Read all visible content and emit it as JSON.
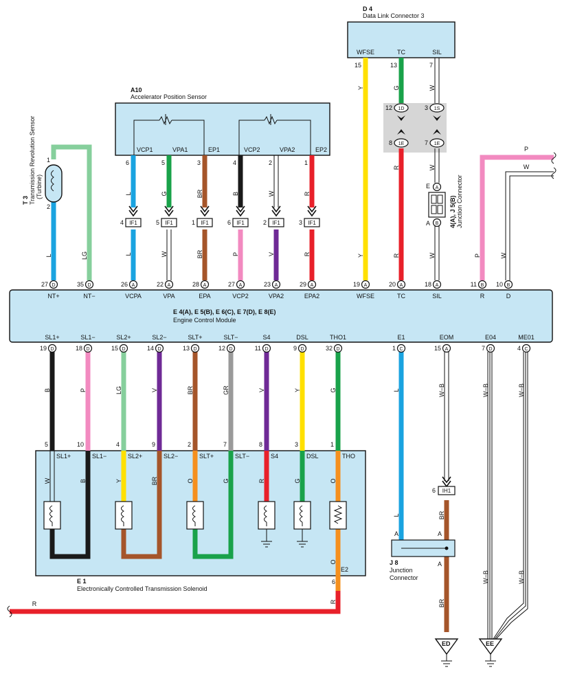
{
  "components": {
    "dlc3": {
      "code": "D 4",
      "name": "Data Link Connector 3",
      "terminals": [
        {
          "label": "WFSE",
          "pin": "15"
        },
        {
          "label": "TC",
          "pin": "13"
        },
        {
          "label": "SIL",
          "pin": "7"
        }
      ]
    },
    "aps": {
      "code": "A10",
      "name": "Accelerator Position Sensor",
      "terminals": [
        {
          "label": "VCP1",
          "pin": "6"
        },
        {
          "label": "VPA1",
          "pin": "5"
        },
        {
          "label": "EP1",
          "pin": "3"
        },
        {
          "label": "VCP2",
          "pin": "4"
        },
        {
          "label": "VPA2",
          "pin": "2"
        },
        {
          "label": "EP2",
          "pin": "1"
        }
      ]
    },
    "trs": {
      "code": "T 3",
      "name": "Transmission Revolution Sensor",
      "sub": "(Turbine)",
      "pin_top": "1",
      "pin_bottom": "2"
    },
    "jc": {
      "code": "4(A), J 5(B)",
      "name": "Junction Connector",
      "pin_top": "A",
      "pin_bottom": "B",
      "label_e": "E"
    },
    "ecm": {
      "code": "E 4(A), E 5(B), E 6(C), E 7(D), E 8(E)",
      "name": "Engine Control Module"
    },
    "ects": {
      "code": "E 1",
      "name": "Electronically Controlled Transmission Solenoid",
      "e2": "E2"
    },
    "j8": {
      "code": "J 8",
      "name1": "Junction",
      "name2": "Connector",
      "pin": "A"
    }
  },
  "ecm_top_pins": [
    {
      "label": "NT+",
      "pin": "27",
      "conn": "D"
    },
    {
      "label": "NT−",
      "pin": "35",
      "conn": "D"
    },
    {
      "label": "VCPA",
      "pin": "26",
      "conn": "A"
    },
    {
      "label": "VPA",
      "pin": "22",
      "conn": "A"
    },
    {
      "label": "EPA",
      "pin": "28",
      "conn": "A"
    },
    {
      "label": "VCP2",
      "pin": "27",
      "conn": "A"
    },
    {
      "label": "VPA2",
      "pin": "23",
      "conn": "A"
    },
    {
      "label": "EPA2",
      "pin": "29",
      "conn": "A"
    },
    {
      "label": "WFSE",
      "pin": "19",
      "conn": "A"
    },
    {
      "label": "TC",
      "pin": "20",
      "conn": "A"
    },
    {
      "label": "SIL",
      "pin": "18",
      "conn": "A"
    },
    {
      "label": "R",
      "pin": "11",
      "conn": "B"
    },
    {
      "label": "D",
      "pin": "10",
      "conn": "B"
    }
  ],
  "ecm_bottom_pins": [
    {
      "label": "SL1+",
      "pin": "19",
      "conn": "D"
    },
    {
      "label": "SL1−",
      "pin": "18",
      "conn": "D"
    },
    {
      "label": "SL2+",
      "pin": "15",
      "conn": "D"
    },
    {
      "label": "SL2−",
      "pin": "14",
      "conn": "D"
    },
    {
      "label": "SLT+",
      "pin": "13",
      "conn": "D"
    },
    {
      "label": "SLT−",
      "pin": "12",
      "conn": "D"
    },
    {
      "label": "S4",
      "pin": "11",
      "conn": "D"
    },
    {
      "label": "DSL",
      "pin": "9",
      "conn": "D"
    },
    {
      "label": "THO1",
      "pin": "32",
      "conn": "D"
    },
    {
      "label": "E1",
      "pin": "1",
      "conn": "C"
    },
    {
      "label": "EOM",
      "pin": "15",
      "conn": "A"
    },
    {
      "label": "E04",
      "pin": "7",
      "conn": "D"
    },
    {
      "label": "ME01",
      "pin": "4",
      "conn": "C"
    }
  ],
  "solenoid_terms": [
    {
      "label": "SL1+",
      "pin": "5"
    },
    {
      "label": "SL1−",
      "pin": "10"
    },
    {
      "label": "SL2+",
      "pin": "4"
    },
    {
      "label": "SL2−",
      "pin": "9"
    },
    {
      "label": "SLT+",
      "pin": "2"
    },
    {
      "label": "SLT−",
      "pin": "7"
    },
    {
      "label": "S4",
      "pin": "8"
    },
    {
      "label": "DSL",
      "pin": "3"
    },
    {
      "label": "THO",
      "pin": "1"
    }
  ],
  "if1_pins": [
    "4",
    "5",
    "1",
    "6",
    "2",
    "3"
  ],
  "if1_label": "IF1",
  "ih1": {
    "label": "IH1",
    "pin": "6"
  },
  "dlc_conn": {
    "top": [
      {
        "pin": "12",
        "id": "1D"
      },
      {
        "pin": "3",
        "id": "1S"
      }
    ],
    "bottom": [
      {
        "pin": "8",
        "id": "1E"
      },
      {
        "pin": "7",
        "id": "1E"
      }
    ]
  },
  "colors_upper": [
    "L",
    "G",
    "BR",
    "B",
    "W",
    "R"
  ],
  "colors_lower": [
    "L",
    "W",
    "BR",
    "P",
    "V",
    "R"
  ],
  "wire_color_labels": {
    "trs_l": "L",
    "trs_lg": "LG",
    "wfse_top": "Y",
    "wfse_bot": "Y",
    "tc_top": "G",
    "tc_mid": "R",
    "tc_bot": "R",
    "sil_top": "W",
    "sil_mid": "W",
    "sil_bot": "W",
    "p_top": "P",
    "p_bot": "P",
    "w_top": "W",
    "w_bot": "W",
    "ecm_low": [
      "B",
      "P",
      "LG",
      "V",
      "BR",
      "GR",
      "V",
      "Y",
      "G",
      "L",
      "W−B",
      "W−B",
      "W−B"
    ],
    "sol": [
      "W",
      "B",
      "Y",
      "BR",
      "O",
      "G",
      "R",
      "G",
      "O"
    ],
    "o_low": "O",
    "r_low": "R",
    "r_long": "R",
    "l_j8": "L",
    "br_ih1": "BR",
    "br_low": "BR",
    "j8_a": "A",
    "ee_wb1": "W−B",
    "ee_wb2": "W−B"
  },
  "grounds": {
    "ed": "ED",
    "ee": "EE"
  },
  "wire_hex": {
    "blue": "#1aa3e0",
    "green": "#19a24a",
    "lgreen": "#86cf9c",
    "brown": "#a5552a",
    "black": "#1a1a1a",
    "pink": "#f28ac0",
    "purple": "#6f2a96",
    "red": "#e8202a",
    "yellow": "#ffe000",
    "gray": "#9a9a9a",
    "orange": "#f5901e",
    "box": "#c6e6f4"
  }
}
